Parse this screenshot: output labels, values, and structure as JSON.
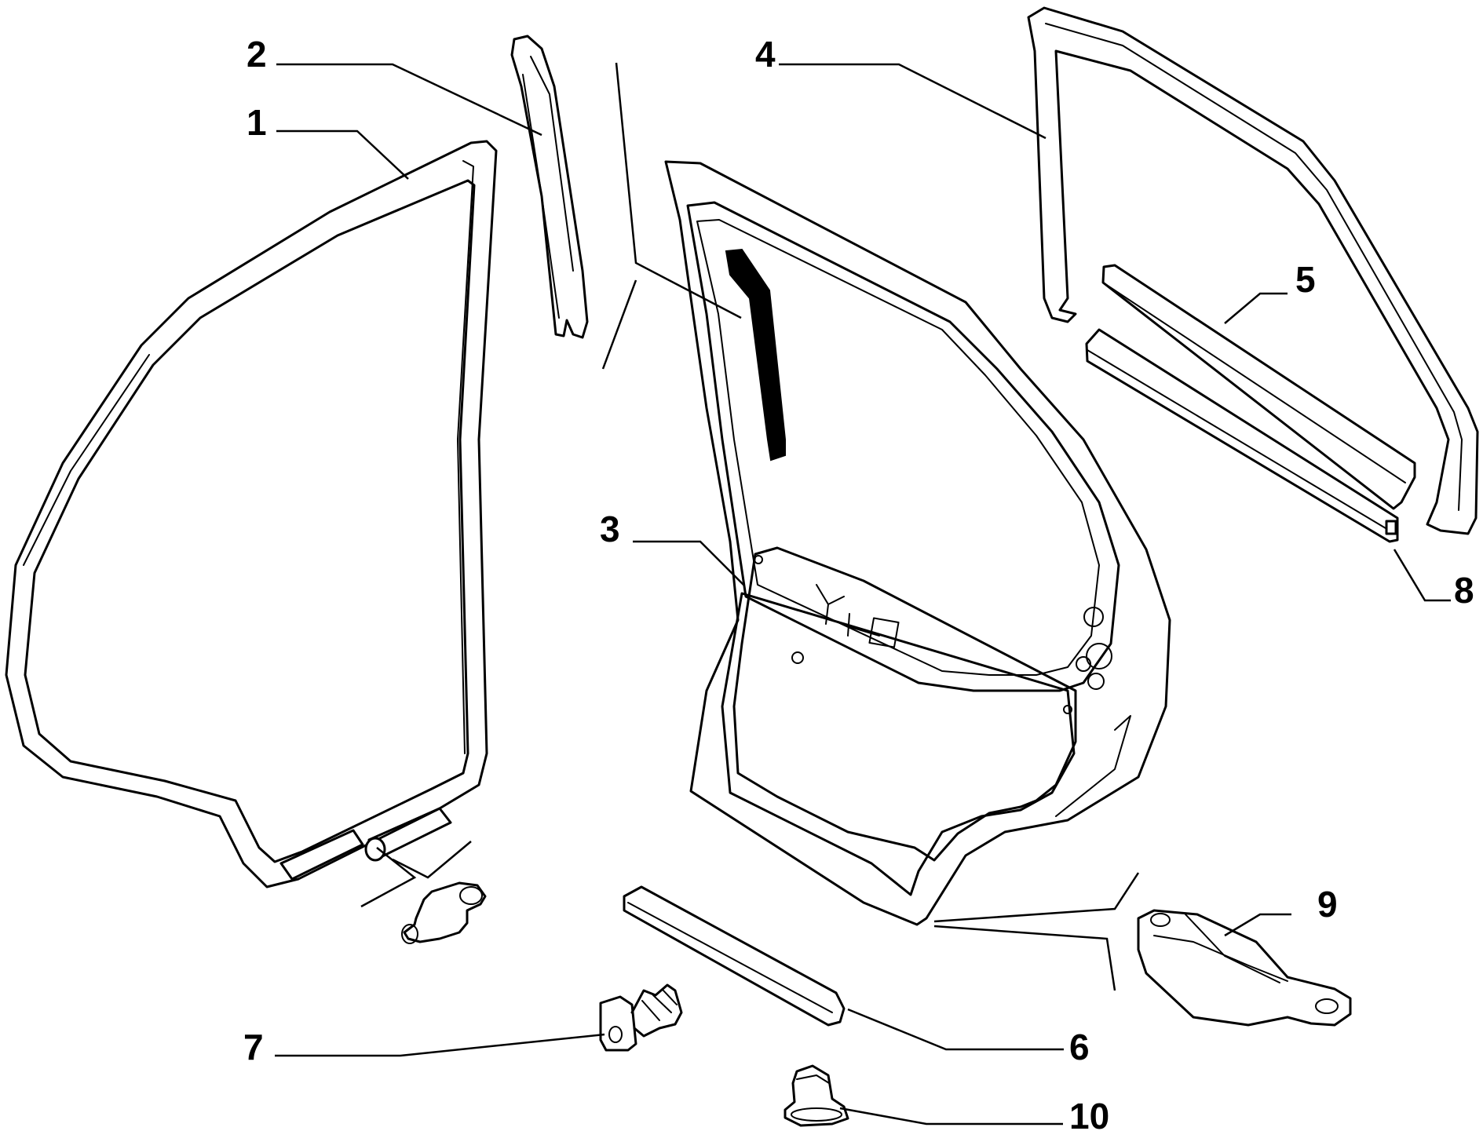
{
  "diagram": {
    "callouts": [
      {
        "id": "1",
        "text": "1"
      },
      {
        "id": "2",
        "text": "2"
      },
      {
        "id": "3",
        "text": "3"
      },
      {
        "id": "4",
        "text": "4"
      },
      {
        "id": "5",
        "text": "5"
      },
      {
        "id": "6",
        "text": "6"
      },
      {
        "id": "7",
        "text": "7"
      },
      {
        "id": "8",
        "text": "8"
      },
      {
        "id": "9",
        "text": "9"
      },
      {
        "id": "10",
        "text": "10"
      }
    ],
    "parts": [
      "door-seal-frame",
      "upper-channel-strip",
      "rear-door-shell",
      "window-frame-seal",
      "outer-belt-moulding",
      "lower-sill-strip",
      "push-clip",
      "inner-belt-strip",
      "door-check-strap",
      "retaining-clip",
      "plug-pin"
    ],
    "colors": {
      "line": "#000000",
      "background": "#ffffff"
    }
  }
}
